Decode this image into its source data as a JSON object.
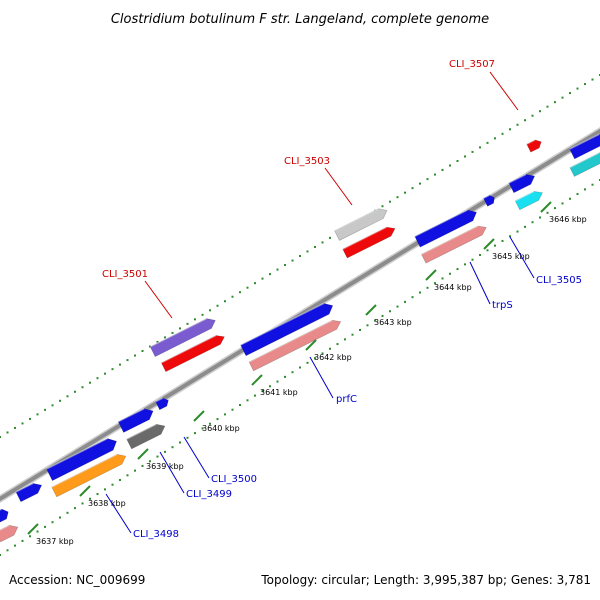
{
  "title": "Clostridium botulinum F str. Langeland, complete genome",
  "footer": {
    "accession": "Accession: NC_009699",
    "summary": "Topology: circular; Length: 3,995,387 bp; Genes: 3,781"
  },
  "colors": {
    "backbone": "#8c8c8c",
    "dot_track": "#2e8b2e",
    "label_red": "#cc0000",
    "label_blue": "#0000cc"
  },
  "scale": {
    "unit": "kbp",
    "ticks": [
      {
        "label": "3637 kbp"
      },
      {
        "label": "3638 kbp"
      },
      {
        "label": "3639 kbp"
      },
      {
        "label": "3640 kbp"
      },
      {
        "label": "3641 kbp"
      },
      {
        "label": "3642 kbp"
      },
      {
        "label": "3643 kbp"
      },
      {
        "label": "3644 kbp"
      },
      {
        "label": "3645 kbp"
      },
      {
        "label": "3646 kbp"
      }
    ]
  },
  "gene_labels": [
    {
      "text": "CLI_3507",
      "color": "#cc0000"
    },
    {
      "text": "CLI_3503",
      "color": "#cc0000"
    },
    {
      "text": "CLI_3501",
      "color": "#cc0000"
    },
    {
      "text": "CLI_3505",
      "color": "#0000cc"
    },
    {
      "text": "trpS",
      "color": "#0000cc"
    },
    {
      "text": "prfC",
      "color": "#0000cc"
    },
    {
      "text": "CLI_3500",
      "color": "#0000cc"
    },
    {
      "text": "CLI_3499",
      "color": "#0000cc"
    },
    {
      "text": "CLI_3498",
      "color": "#0000cc"
    }
  ]
}
